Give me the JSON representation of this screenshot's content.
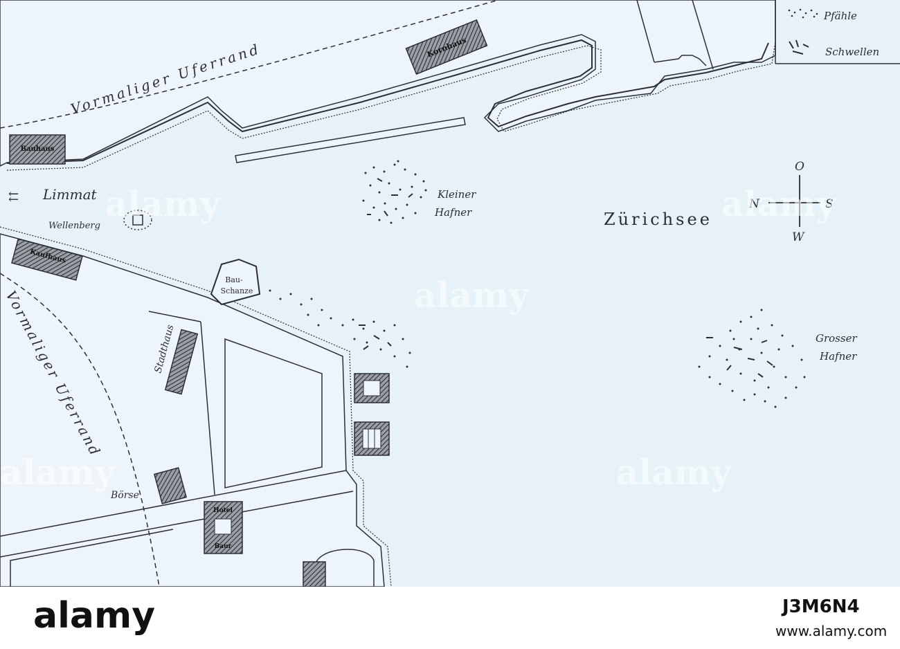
{
  "map": {
    "colors": {
      "water": "#e6f1f8",
      "land": "#eef5fa",
      "ink": "#2b2f33",
      "hatch": "#4a4e52"
    },
    "labels": {
      "zurichsee": "Zürichsee",
      "limmat": "Limmat",
      "wellenberg": "Wellenberg",
      "kleiner_hafner_1": "Kleiner",
      "kleiner_hafner_2": "Hafner",
      "grosser_hafner_1": "Grosser",
      "grosser_hafner_2": "Hafner",
      "vormaliger_uferrand_top": "Vormaliger Uferrand",
      "vormaliger_uferrand_left": "Vormaliger Uferrand",
      "bau_schanze_1": "Bau-",
      "bau_schanze_2": "Schanze",
      "stadthaus": "Stadthaus",
      "boerse": "Börse",
      "kornhaus": "Kornhaus",
      "bauhaus": "Bauhaus",
      "kaufhaus": "Kaufhaus",
      "hotel_1": "Hotel",
      "hotel_2": "Baur"
    },
    "legend": {
      "pfaehle": "Pfähle",
      "schwellen": "Schwellen"
    },
    "compass": {
      "north": "N",
      "south": "S",
      "east": "O",
      "west": "W"
    }
  },
  "watermarks": [
    "alamy",
    "alamy",
    "alamy",
    "alamy",
    "alamy"
  ],
  "footer": {
    "logo": "alamy",
    "image_id": "J3M6N4",
    "url": "www.alamy.com"
  }
}
